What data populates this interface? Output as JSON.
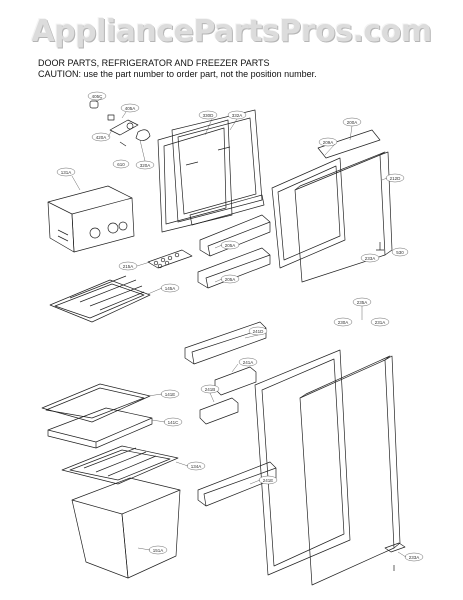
{
  "watermark": "AppliancePartsPros.com",
  "header": {
    "title": "DOOR PARTS, REFRIGERATOR AND FREEZER PARTS",
    "caution": "CAUTION: use the part number to order part, not the position number."
  },
  "callouts": [
    {
      "id": "c405c",
      "label": "405C"
    },
    {
      "id": "c405a",
      "label": "405A"
    },
    {
      "id": "c420a",
      "label": "420A"
    },
    {
      "id": "c610",
      "label": "610"
    },
    {
      "id": "c320a",
      "label": "320A"
    },
    {
      "id": "c330d",
      "label": "330D"
    },
    {
      "id": "c332a",
      "label": "332A"
    },
    {
      "id": "c209a",
      "label": "209A"
    },
    {
      "id": "c200a",
      "label": "200A"
    },
    {
      "id": "c212d",
      "label": "212D"
    },
    {
      "id": "c131a",
      "label": "131A"
    },
    {
      "id": "c205a1",
      "label": "205A"
    },
    {
      "id": "c205a2",
      "label": "205A"
    },
    {
      "id": "c215a",
      "label": "215A"
    },
    {
      "id": "c145a",
      "label": "145A"
    },
    {
      "id": "c233a",
      "label": "233A"
    },
    {
      "id": "c530",
      "label": "530"
    },
    {
      "id": "c241d",
      "label": "241D"
    },
    {
      "id": "c230a",
      "label": "230A"
    },
    {
      "id": "c235a",
      "label": "235A"
    },
    {
      "id": "c231a",
      "label": "231A"
    },
    {
      "id": "c241a",
      "label": "241A"
    },
    {
      "id": "c241b",
      "label": "241B"
    },
    {
      "id": "c141e",
      "label": "141E"
    },
    {
      "id": "c141c",
      "label": "141C"
    },
    {
      "id": "c134a",
      "label": "134A"
    },
    {
      "id": "c241e",
      "label": "241E"
    },
    {
      "id": "c233b",
      "label": "233A"
    },
    {
      "id": "c151a",
      "label": "151A"
    }
  ]
}
